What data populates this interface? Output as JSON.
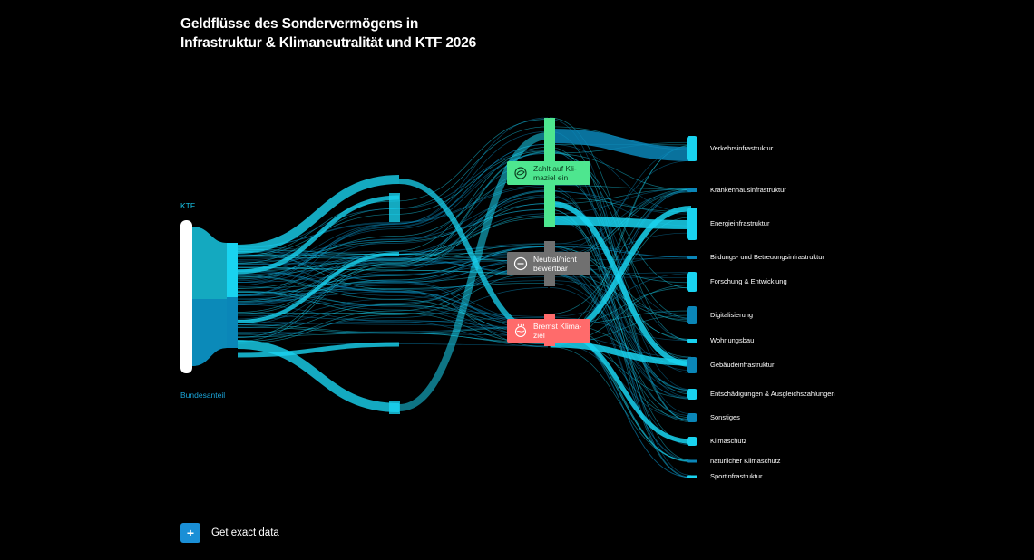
{
  "title": {
    "line1": "Geldflüsse des Sondervermögens in",
    "line2": "Infrastruktur & Klimaneutralität und KTF 2026"
  },
  "sources": {
    "ktf": "KTF",
    "bund": "Bundesanteil"
  },
  "middle": {
    "positive": "Zahlt auf Kli-maziel ein",
    "neutral": "Neutral/nicht bewertbar",
    "negative": "Bremst Klima-ziel"
  },
  "categories": [
    "Verkehrsinfrastruktur",
    "Krankenhausinfrastruktur",
    "Energieinfrastruktur",
    "Bildungs- und Betreuungsinfrastruktur",
    "Forschung & Entwicklung",
    "Digitalisierung",
    "Wohnungsbau",
    "Gebäudeinfrastruktur",
    "Entschädigungen & Ausgleichszahlungen",
    "Sonstiges",
    "Klimaschutz",
    "natürlicher Klimaschutz",
    "Sportinfrastruktur"
  ],
  "button": {
    "label": "Get exact data",
    "icon": "plus-icon"
  },
  "colors": {
    "background": "#000000",
    "flow_light": "#19d3f0",
    "flow_dark": "#0a86b8",
    "positive": "#4ee68f",
    "neutral": "#707070",
    "negative": "#ff6b6b",
    "ktf_label": "#18c4e8",
    "bund_label": "#1aa4d8",
    "button": "#1a8fd6"
  }
}
